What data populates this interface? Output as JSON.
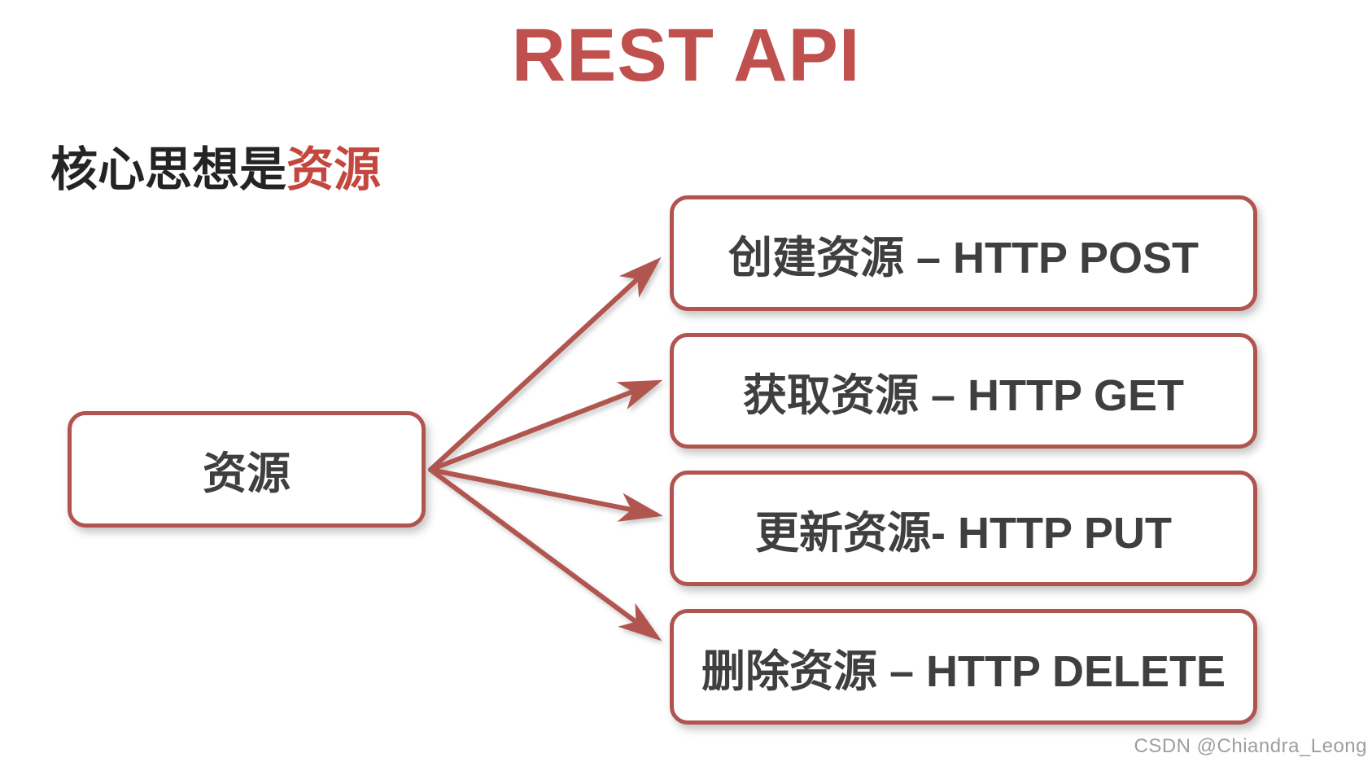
{
  "title": "REST API",
  "subtitle": {
    "prefix": "核心思想是",
    "highlight": "资源"
  },
  "source_node": {
    "label": "资源"
  },
  "operations": [
    {
      "label": "创建资源 – HTTP POST"
    },
    {
      "label": "获取资源 – HTTP GET"
    },
    {
      "label": "更新资源- HTTP PUT"
    },
    {
      "label": "删除资源 – HTTP DELETE"
    }
  ],
  "watermark": "CSDN @Chiandra_Leong",
  "colors": {
    "accent_red": "#c0504d",
    "border_red": "#b15450",
    "subtitle_highlight_red": "#c4473e",
    "box_text_gray": "#3f3f3f",
    "subtitle_black": "#242424",
    "watermark_gray": "#9e9e9e"
  }
}
